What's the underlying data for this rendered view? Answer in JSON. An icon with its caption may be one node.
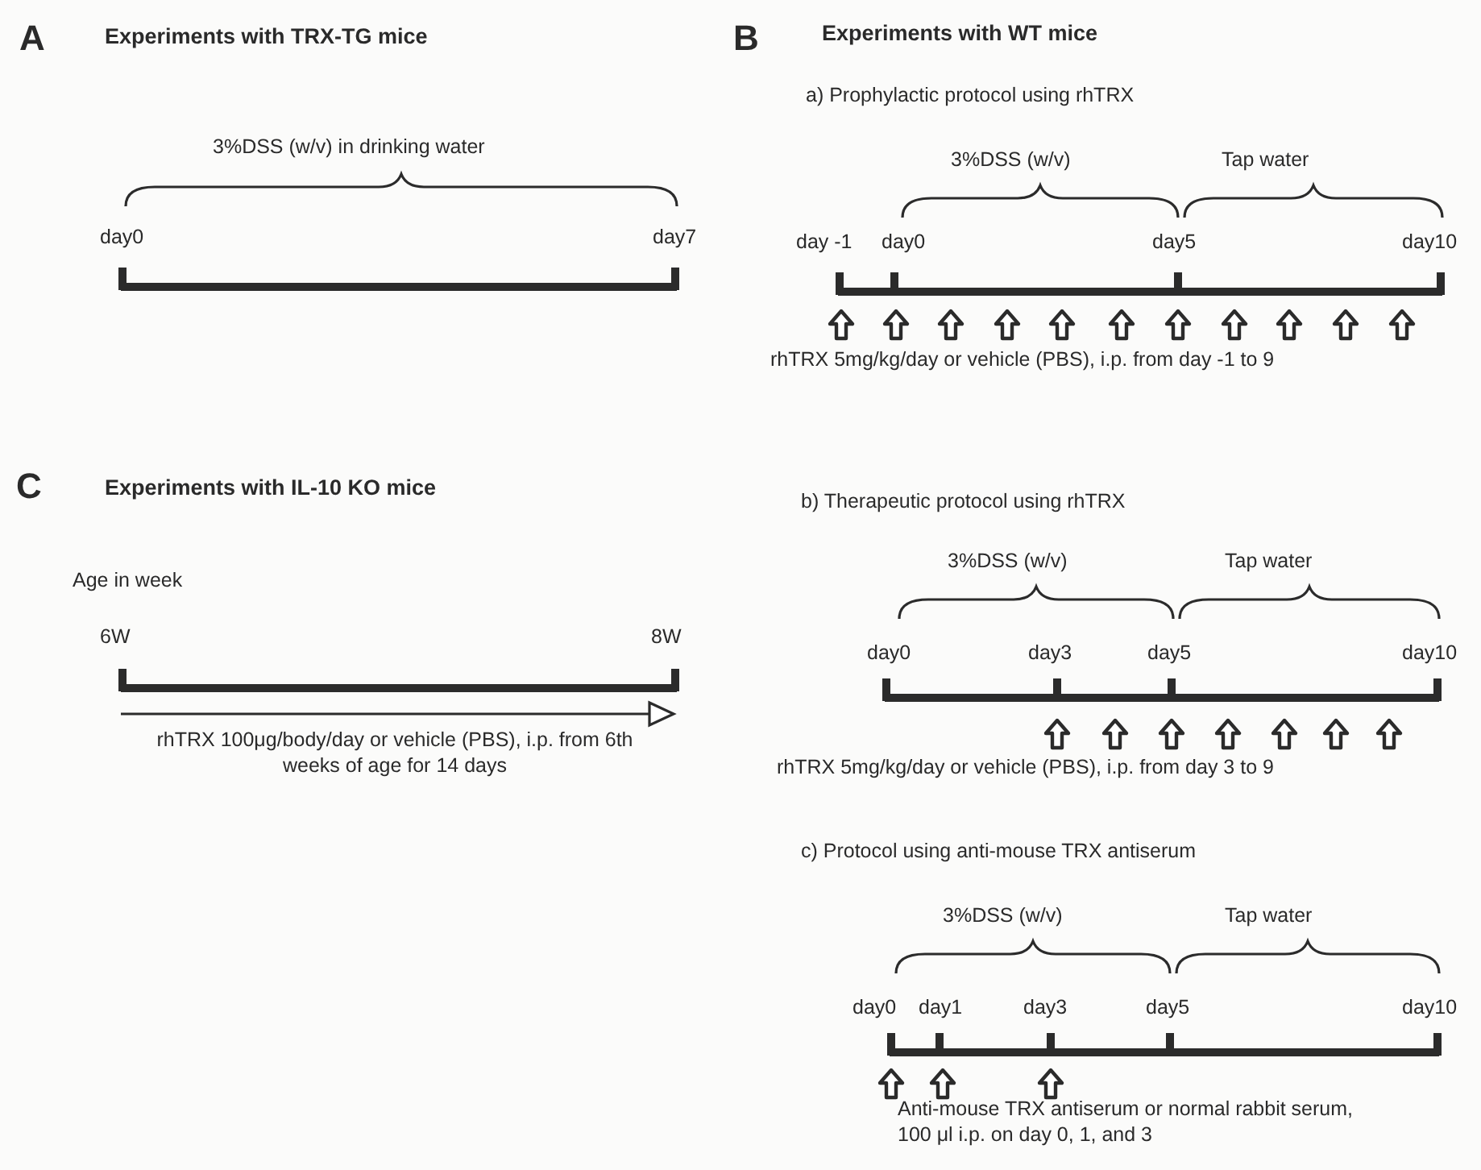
{
  "diagram": {
    "labels": [
      "A",
      "Experiments with TRX-TG mice",
      "3%DSS (w/v) in drinking water",
      "day0",
      "day7",
      "B",
      "Experiments with WT mice",
      "a) Prophylactic protocol using rhTRX",
      "3%DSS (w/v)",
      "Tap water",
      "day -1",
      "day0",
      "day5",
      "day10",
      "rhTRX 5mg/kg/day or vehicle (PBS), i.p. from day -1 to 9",
      "b) Therapeutic protocol using rhTRX",
      "3%DSS (w/v)",
      "Tap water",
      "day0",
      "day3",
      "day5",
      "day10",
      "rhTRX 5mg/kg/day or vehicle (PBS), i.p. from day 3 to 9",
      "c) Protocol using anti-mouse TRX antiserum",
      "3%DSS (w/v)",
      "Tap water",
      "day0",
      "day1",
      "day3",
      "day5",
      "day10",
      "Anti-mouse TRX antiserum or normal rabbit serum, 100 μl i.p. on day 0, 1, and 3",
      "C",
      "Experiments with IL-10 KO mice",
      "Age in week",
      "6W",
      "8W",
      "rhTRX 100μg/body/day or vehicle (PBS), i.p. from 6th weeks of age for 14 days"
    ]
  }
}
